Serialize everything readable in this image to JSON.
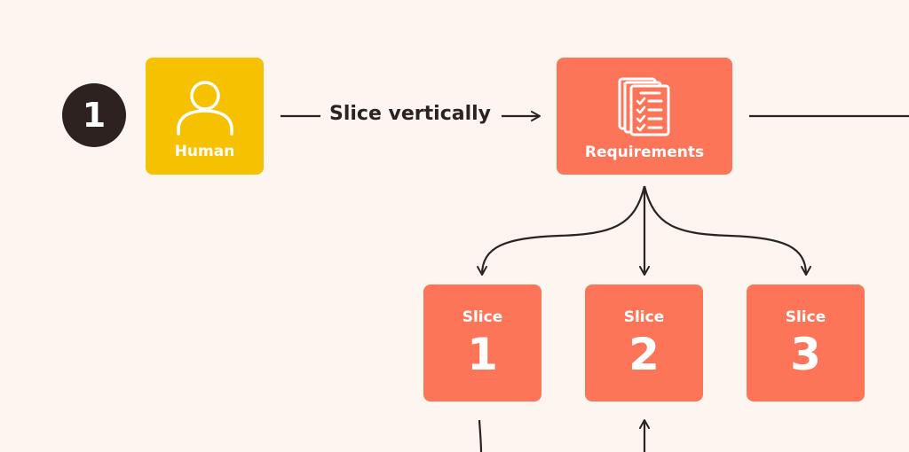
{
  "step": {
    "number": "1"
  },
  "nodes": {
    "human": {
      "label": "Human",
      "icon": "person-icon",
      "color": "#f6c100"
    },
    "requirements": {
      "label": "Requirements",
      "icon": "documents-checklist-icon",
      "color": "#fd7558"
    }
  },
  "edges": {
    "human_to_requirements": {
      "label": "Slice vertically"
    }
  },
  "slices": [
    {
      "word": "Slice",
      "number": "1"
    },
    {
      "word": "Slice",
      "number": "2"
    },
    {
      "word": "Slice",
      "number": "3"
    }
  ],
  "colors": {
    "background": "#fdf5ef",
    "ink": "#2d2220",
    "accent_yellow": "#f6c100",
    "accent_coral": "#fd7558"
  }
}
